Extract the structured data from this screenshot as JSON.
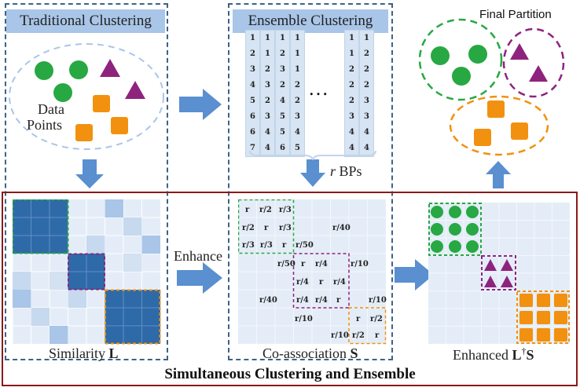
{
  "titles": {
    "traditional": "Traditional Clustering",
    "ensemble": "Ensemble Clustering",
    "final_partition": "Final Partition"
  },
  "labels": {
    "data_points_line1": "Data",
    "data_points_line2": "Points",
    "r_bps_r": "r",
    "r_bps_text": " BPs",
    "enhance": "Enhance",
    "similarity_text": "Similarity ",
    "similarity_sym": "L",
    "coassoc_text": "Co-association ",
    "coassoc_sym": "S",
    "enhanced_text": "Enhanced ",
    "enhanced_sym_L": "L",
    "enhanced_dagger": "†",
    "enhanced_sym_S": "S",
    "bottom_title": "Simultaneous Clustering and Ensemble",
    "ellipsis": "…"
  },
  "bp_columns": [
    [
      "1",
      "2",
      "3",
      "4",
      "5",
      "6",
      "6",
      "7"
    ],
    [
      "1",
      "1",
      "2",
      "3",
      "2",
      "3",
      "4",
      "4"
    ],
    [
      "1",
      "2",
      "3",
      "2",
      "4",
      "5",
      "5",
      "6"
    ],
    [
      "1",
      "1",
      "1",
      "2",
      "2",
      "3",
      "4",
      "5"
    ],
    [
      "1",
      "1",
      "2",
      "2",
      "2",
      "3",
      "4",
      "4"
    ],
    [
      "1",
      "2",
      "2",
      "2",
      "3",
      "3",
      "4",
      "4"
    ]
  ],
  "coassoc_entries": [
    "r",
    "r/2",
    "r/3",
    "r/2",
    "r",
    "r/3",
    "r/3",
    "r/3",
    "r",
    "r/50",
    "r/40",
    "r/50",
    "r",
    "r/4",
    "r/10",
    "r/4",
    "r",
    "r/4",
    "r/40",
    "r/4",
    "r/4",
    "r",
    "r/10",
    "r/10",
    "r",
    "r/2",
    "r/10",
    "r/2",
    "r"
  ],
  "colors": {
    "green": "#27a843",
    "purple": "#8e237e",
    "orange": "#f2910f",
    "dark_blue": "#2f6aa8",
    "light_blue": "#a9c5e8",
    "frame_blue": "#3d6387",
    "red_frame": "#8b1a1a",
    "arrow": "#5a8fd0"
  }
}
